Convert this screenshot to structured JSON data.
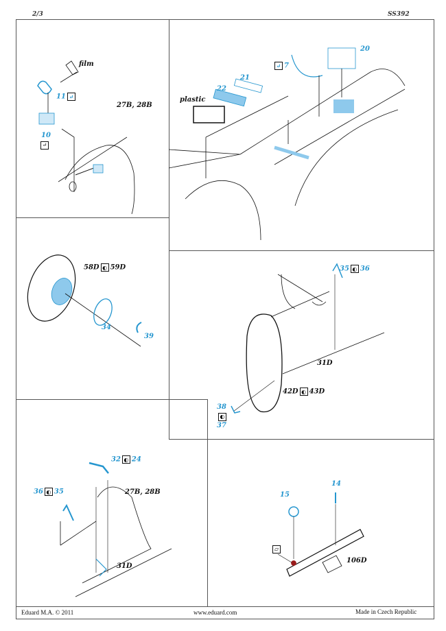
{
  "header": {
    "page": "2/3",
    "code": "SS392"
  },
  "panel_a": {
    "film": "film",
    "p11": "11",
    "p10": "10",
    "ref": "27B, 28B"
  },
  "panel_b": {
    "plastic": "plastic",
    "p22": "22",
    "p21": "21",
    "p7": "7",
    "p20": "20"
  },
  "panel_c": {
    "ref_left": "58D",
    "ref_right": "59D",
    "p34": "34",
    "p39": "39"
  },
  "panel_d": {
    "p35": "35",
    "p36": "36",
    "ref31": "31D",
    "p38": "38",
    "p37": "37",
    "ref42": "42D",
    "ref43": "43D"
  },
  "panel_e": {
    "p32": "32",
    "p24": "24",
    "p36": "36",
    "p35": "35",
    "ref": "27B, 28B",
    "ref31": "31D"
  },
  "panel_f": {
    "p15": "15",
    "p14": "14",
    "ref": "106D"
  },
  "footer": {
    "left": "Eduard M.A. © 2011",
    "center": "www.eduard.com",
    "right": "Made in Czech Republic"
  },
  "colors": {
    "part": "#2596cf",
    "fill": "#8ec9ec",
    "paint": "#9b1c1c"
  }
}
